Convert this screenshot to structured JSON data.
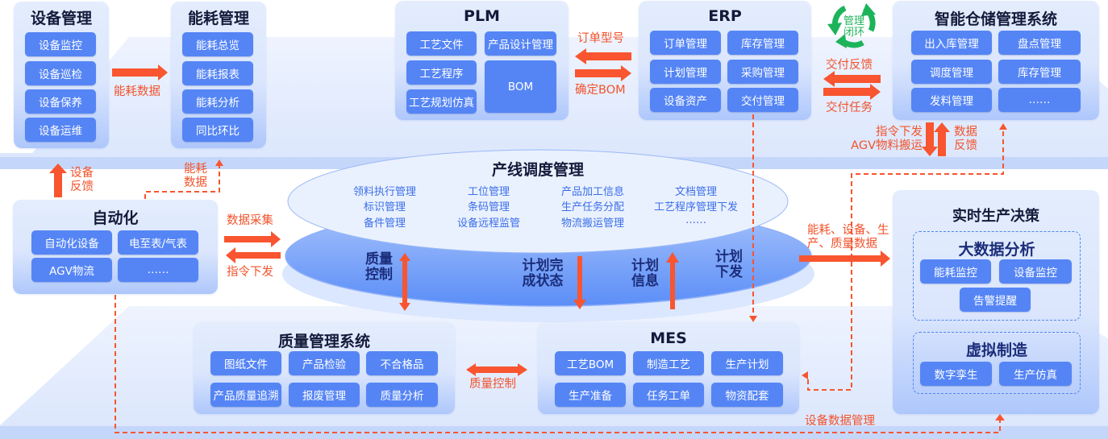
{
  "device_mgmt": {
    "title": "设备管理",
    "items": [
      "设备监控",
      "设备巡检",
      "设备保养",
      "设备运维"
    ]
  },
  "energy_mgmt": {
    "title": "能耗管理",
    "items": [
      "能耗总览",
      "能耗报表",
      "能耗分析",
      "同比环比"
    ]
  },
  "plm": {
    "title": "PLM",
    "items": [
      "工艺文件",
      "产品设计管理",
      "工艺程序",
      "BOM",
      "工艺规划仿真"
    ]
  },
  "erp": {
    "title": "ERP",
    "items": [
      "订单管理",
      "库存管理",
      "计划管理",
      "采购管理",
      "设备资产",
      "交付管理"
    ]
  },
  "wms": {
    "title": "智能仓储管理系统",
    "items": [
      "出入库管理",
      "盘点管理",
      "调度管理",
      "库存管理",
      "发料管理",
      "……"
    ]
  },
  "automation": {
    "title": "自动化",
    "items": [
      "自动化设备",
      "电至表/气表",
      "AGV物流",
      "……"
    ]
  },
  "scheduling": {
    "title": "产线调度管理",
    "columns": [
      [
        "领料执行管理",
        "标识管理",
        "备件管理"
      ],
      [
        "工位管理",
        "条码管理",
        "设备远程监管"
      ],
      [
        "产品加工信息",
        "生产任务分配",
        "物流搬运管理"
      ],
      [
        "文档管理",
        "工艺程序管理下发",
        "……"
      ]
    ],
    "flow_labels": {
      "quality_control": [
        "质量",
        "控制"
      ],
      "plan_complete": [
        "计划完",
        "成状态"
      ],
      "plan_info": [
        "计划",
        "信息"
      ],
      "plan_issue": [
        "计划",
        "下发"
      ]
    }
  },
  "quality_system": {
    "title": "质量管理系统",
    "items": [
      "图纸文件",
      "产品检验",
      "不合格品",
      "产品质量追溯",
      "报废管理",
      "质量分析"
    ]
  },
  "mes": {
    "title": "MES",
    "items": [
      "工艺BOM",
      "制造工艺",
      "生产计划",
      "生产准备",
      "任务工单",
      "物资配套"
    ]
  },
  "decision": {
    "title": "实时生产决策",
    "big_data": {
      "title": "大数据分析",
      "items": [
        "能耗监控",
        "设备监控",
        "告警提醒"
      ]
    },
    "virtual": {
      "title": "虚拟制造",
      "items": [
        "数字孪生",
        "生产仿真"
      ]
    }
  },
  "labels": {
    "energy_data": "能耗数据",
    "order_model": "订单型号",
    "confirm_bom": "确定BOM",
    "closed_loop": [
      "管理",
      "闭环"
    ],
    "delivery_feedback": "交付反馈",
    "delivery_task": "交付任务",
    "cmd_agv": [
      "指令下发",
      "AGV物料搬运"
    ],
    "data_feedback": [
      "数据",
      "反馈"
    ],
    "device_feedback": [
      "设备",
      "反馈"
    ],
    "energy_data_2": [
      "能耗",
      "数据"
    ],
    "data_collect": "数据采集",
    "cmd_issue": "指令下发",
    "decision_data": [
      "能耗、设备、生",
      "产、质量数据"
    ],
    "quality_control": "质量控制",
    "device_data_mgmt": "设备数据管理"
  },
  "colors": {
    "accent": "#f2532c",
    "tile": "#5585f5",
    "loop": "#1db35a",
    "title": "#141a3a"
  }
}
